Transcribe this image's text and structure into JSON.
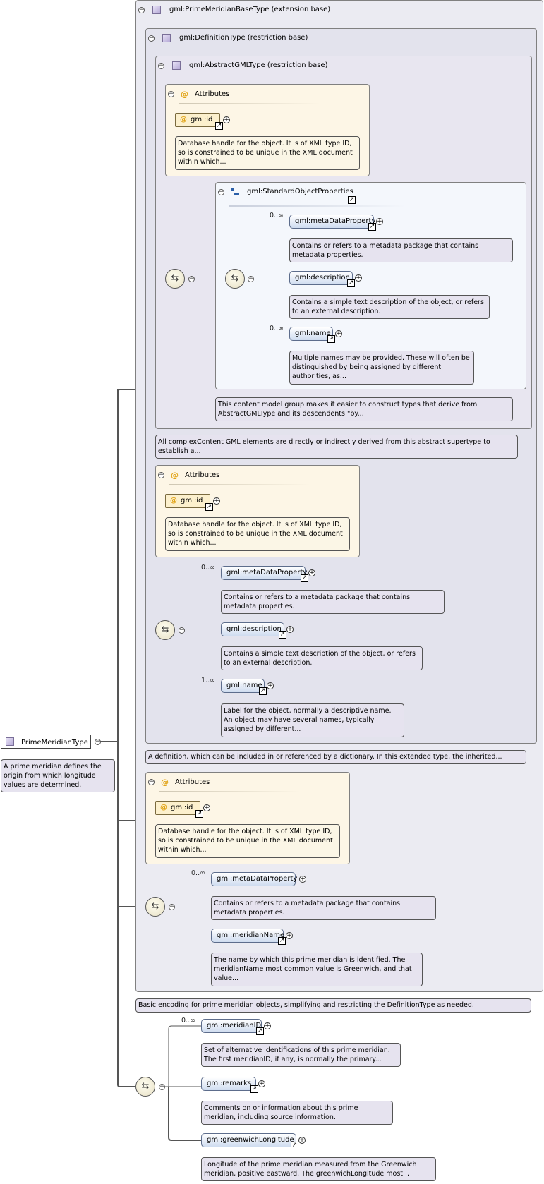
{
  "root": {
    "name": "PrimeMeridianType",
    "doc": "A prime meridian defines the origin from which longitude values are determined."
  },
  "outer_type": {
    "title": "gml:PrimeMeridianBaseType (extension base)",
    "doc": "Basic encoding for prime meridian objects, simplifying and restricting the DefinitionType as needed."
  },
  "definition_type": {
    "title": "gml:DefinitionType (restriction base)",
    "doc": "A definition, which can be included in or referenced by a dictionary. In this extended type, the inherited..."
  },
  "abstract_gml_type": {
    "title": "gml:AbstractGMLType (restriction base)",
    "doc": "All complexContent GML elements are directly or indirectly derived from this abstract supertype to establish a..."
  },
  "attributes_1": {
    "title": "Attributes",
    "attr": "gml:id",
    "doc": "Database handle for the object. It is of XML type ID, so is constrained to be unique in the XML document within which..."
  },
  "standard_object_properties": {
    "title": "gml:StandardObjectProperties",
    "doc": "This content model group makes it easier to construct types that derive from AbstractGMLType and its descendents \"by...",
    "elements": [
      {
        "name": "gml:metaDataProperty",
        "mult": "0..∞",
        "doc": "Contains or refers to a metadata package that contains metadata properties."
      },
      {
        "name": "gml:description",
        "mult": "",
        "doc": "Contains a simple text description of the object, or refers to an external description."
      },
      {
        "name": "gml:name",
        "mult": "0..∞",
        "doc": "Multiple names may be provided. These will often be distinguished by being assigned by different authorities, as..."
      }
    ]
  },
  "attributes_2": {
    "title": "Attributes",
    "attr": "gml:id",
    "doc": "Database handle for the object. It is of XML type ID, so is constrained to be unique in the XML document within which..."
  },
  "def_sequence": [
    {
      "name": "gml:metaDataProperty",
      "mult": "0..∞",
      "doc": "Contains or refers to a metadata package that contains metadata properties."
    },
    {
      "name": "gml:description",
      "mult": "",
      "doc": "Contains a simple text description of the object, or refers to an external description."
    },
    {
      "name": "gml:name",
      "mult": "1..∞",
      "doc": "Label for the object, normally a descriptive name. An object may have several names, typically assigned by different..."
    }
  ],
  "attributes_3": {
    "title": "Attributes",
    "attr": "gml:id",
    "doc": "Database handle for the object. It is of XML type ID, so is constrained to be unique in the XML document within which..."
  },
  "base_sequence": [
    {
      "name": "gml:metaDataProperty",
      "mult": "0..∞",
      "doc": "Contains or refers to a metadata package that contains metadata properties."
    },
    {
      "name": "gml:meridianName",
      "mult": "",
      "doc": "The name by which this prime meridian is identified. The meridianName most common value is Greenwich, and that value..."
    }
  ],
  "ext_sequence": [
    {
      "name": "gml:meridianID",
      "mult": "0..∞",
      "doc": "Set of alternative identifications of this prime meridian. The first meridianID, if any, is normally the primary..."
    },
    {
      "name": "gml:remarks",
      "mult": "",
      "doc": "Comments on or information about this prime meridian, including source information."
    },
    {
      "name": "gml:greenwichLongitude",
      "mult": "",
      "doc": "Longitude of the prime meridian measured from the Greenwich meridian, positive eastward. The greenwichLongitude most..."
    }
  ],
  "icons": {
    "collapse": "−",
    "expand": "+",
    "link": "↗",
    "attribute": "@",
    "sequence": "⇆"
  }
}
